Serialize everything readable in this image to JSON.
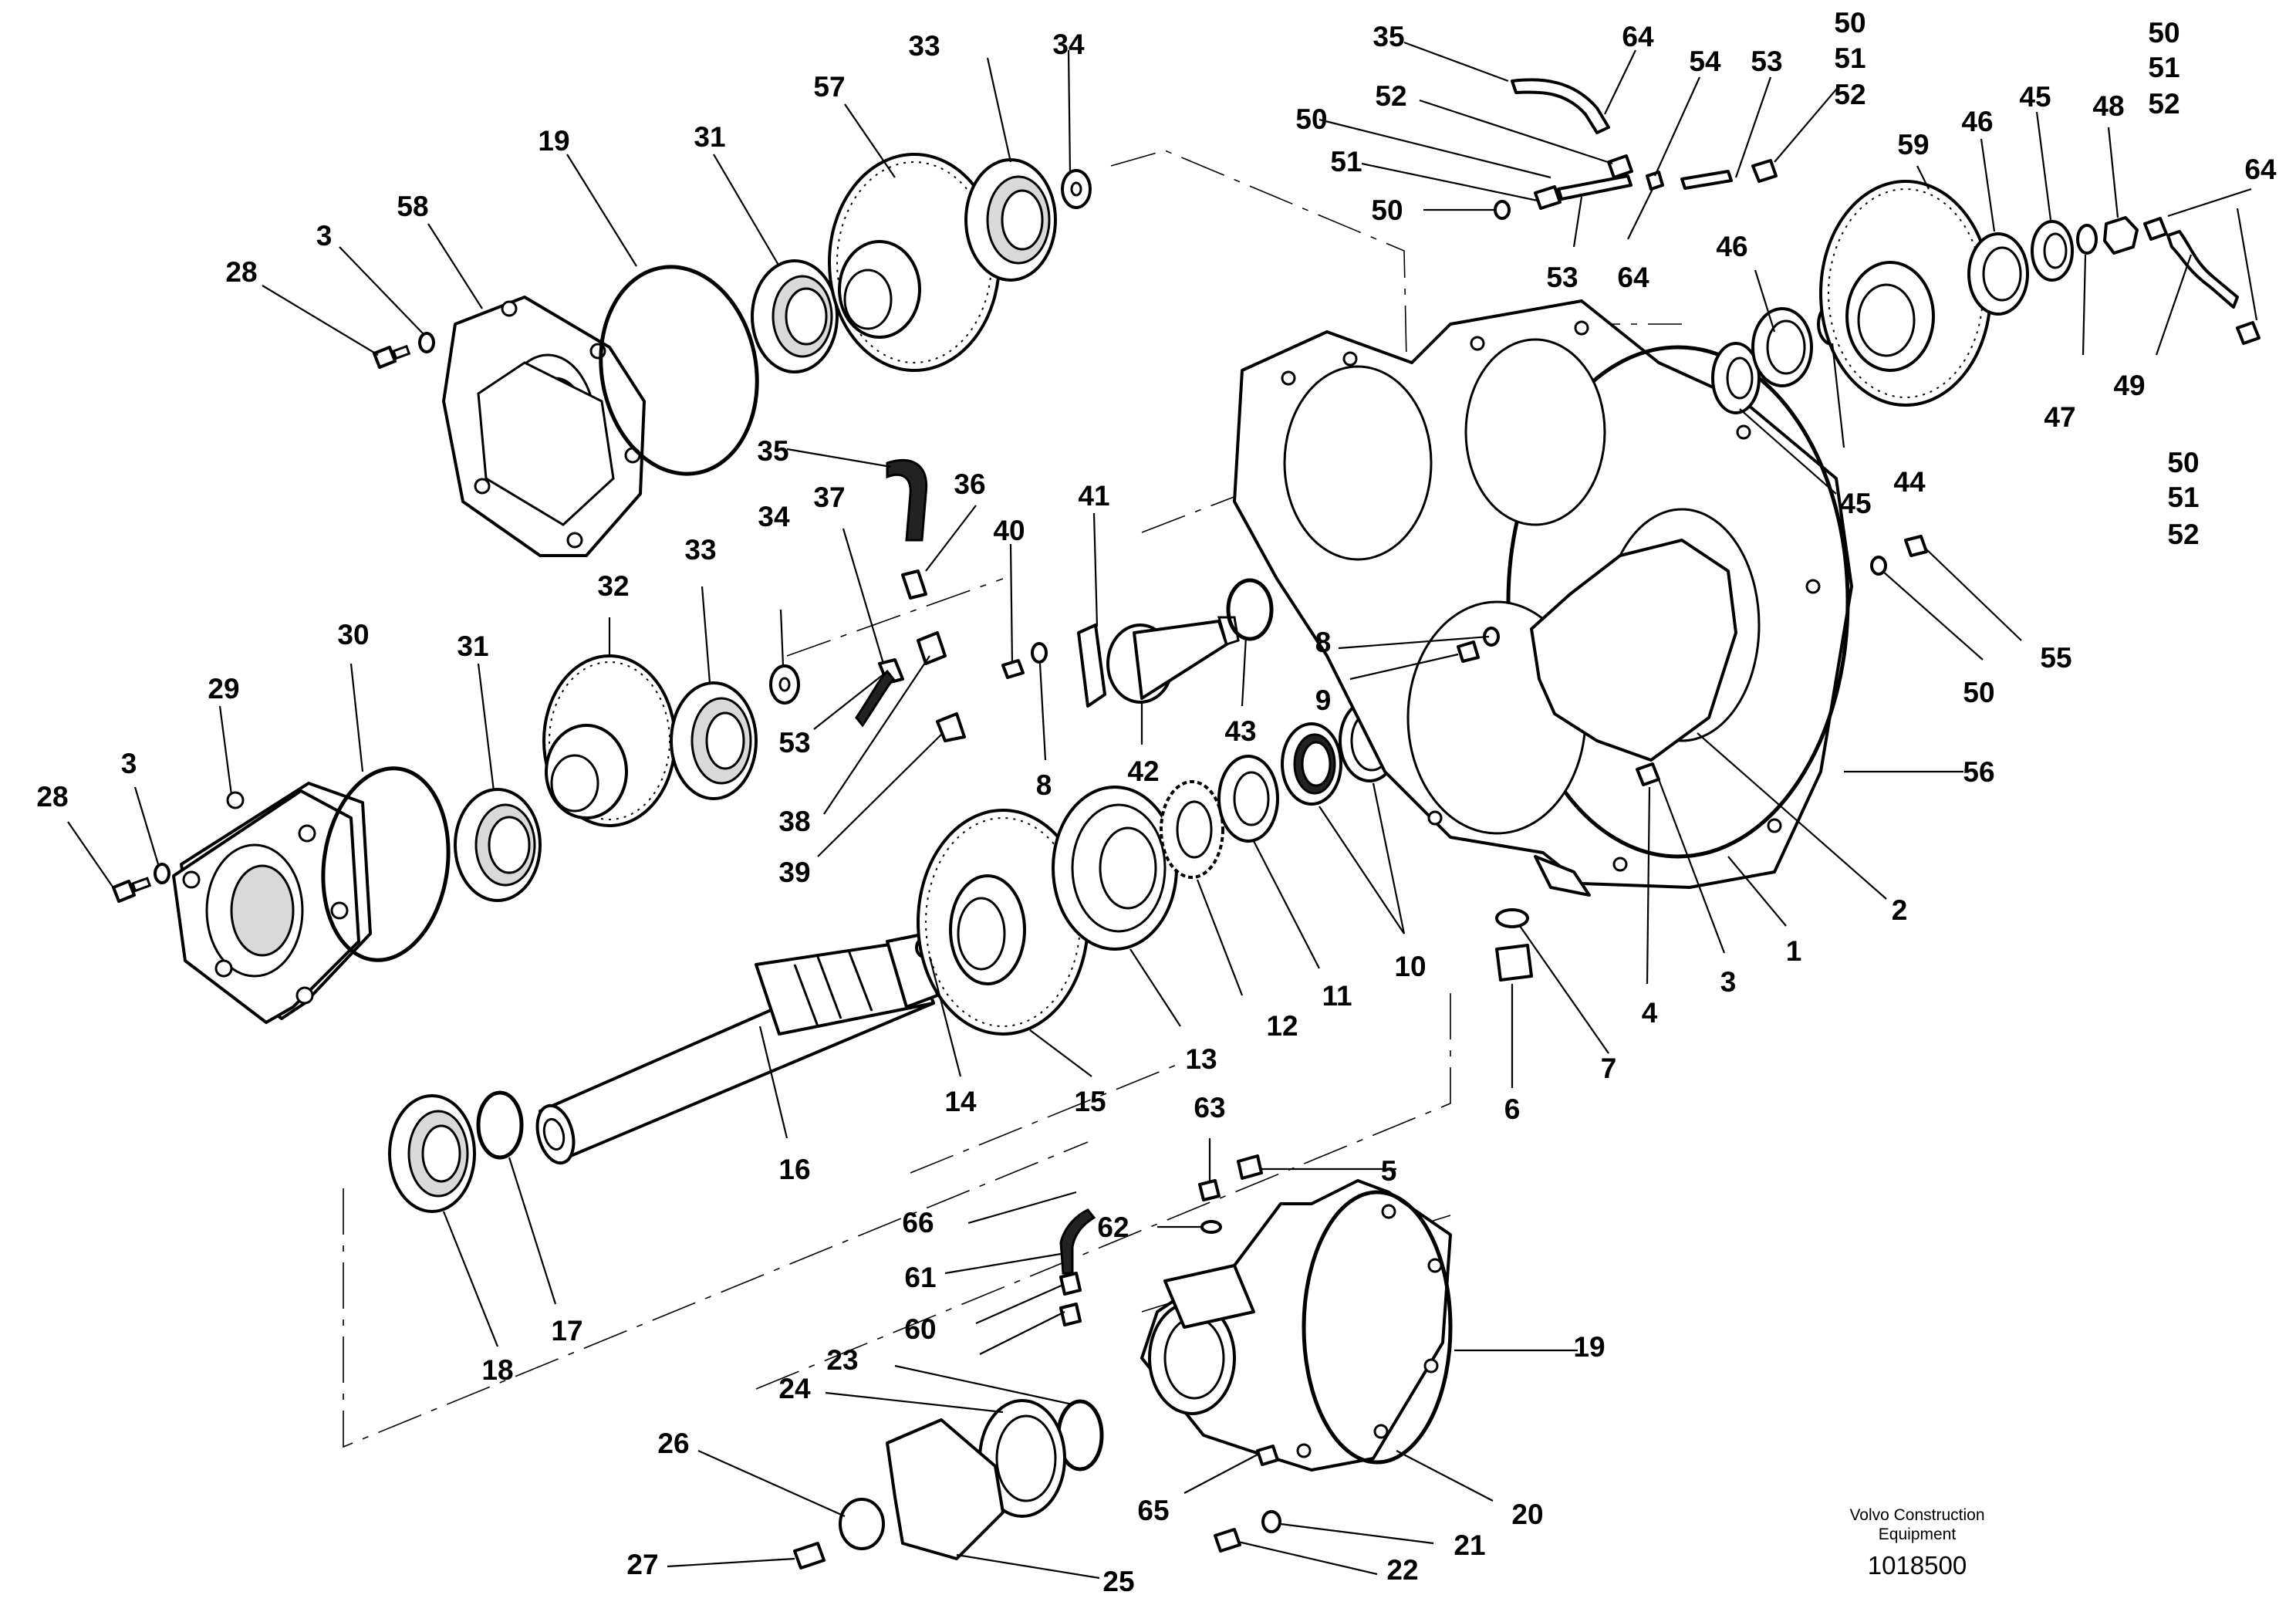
{
  "diagram": {
    "credit_line1": "Volvo Construction",
    "credit_line2": "Equipment",
    "reference_number": "1018500",
    "callouts": [
      "35",
      "64",
      "50",
      "51",
      "52",
      "54",
      "53",
      "50",
      "51",
      "52",
      "50",
      "51",
      "52",
      "53",
      "64",
      "50",
      "59",
      "46",
      "45",
      "48",
      "47",
      "49",
      "64",
      "50",
      "51",
      "52",
      "46",
      "45",
      "44",
      "55",
      "50",
      "56",
      "33",
      "34",
      "57",
      "19",
      "31",
      "58",
      "3",
      "28",
      "35",
      "37",
      "36",
      "40",
      "41",
      "34",
      "33",
      "32",
      "31",
      "30",
      "29",
      "3",
      "28",
      "53",
      "38",
      "39",
      "8",
      "42",
      "43",
      "8",
      "9",
      "2",
      "3",
      "1",
      "4",
      "10",
      "11",
      "12",
      "13",
      "15",
      "14",
      "16",
      "7",
      "6",
      "17",
      "18",
      "5",
      "63",
      "62",
      "66",
      "61",
      "60",
      "19",
      "23",
      "24",
      "26",
      "27",
      "25",
      "65",
      "20",
      "21",
      "22"
    ]
  }
}
